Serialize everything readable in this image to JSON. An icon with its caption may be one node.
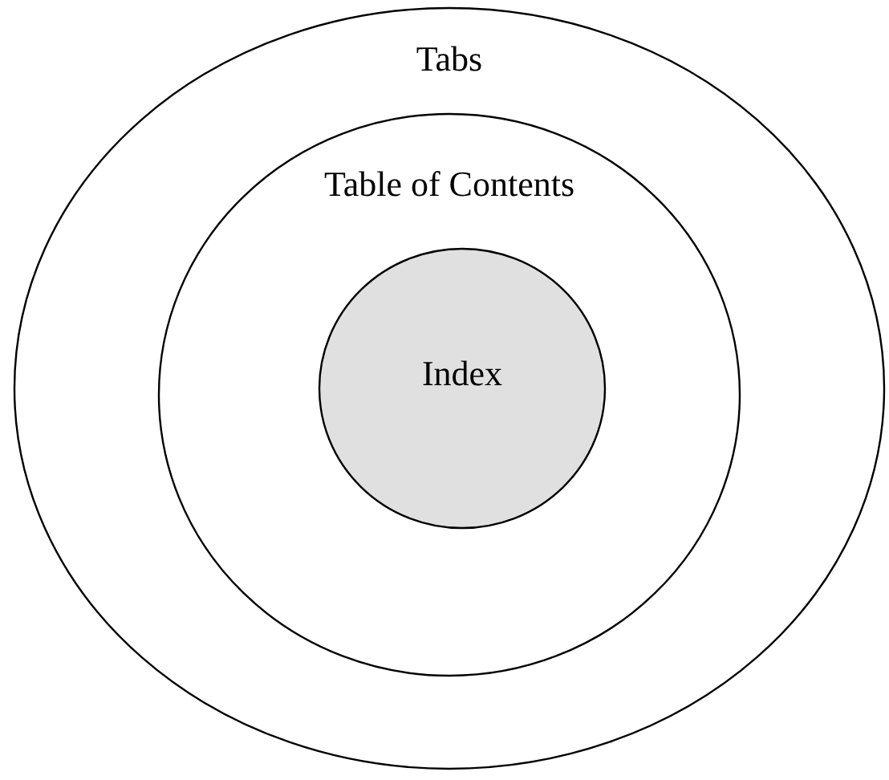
{
  "diagram": {
    "nodes": [
      {
        "text": [
          "Tabs"
        ]
      },
      {
        "text": [
          "Table of Contents"
        ],
        "in": 0
      },
      {
        "text": [
          "Index"
        ],
        "in": 1
      }
    ]
  }
}
